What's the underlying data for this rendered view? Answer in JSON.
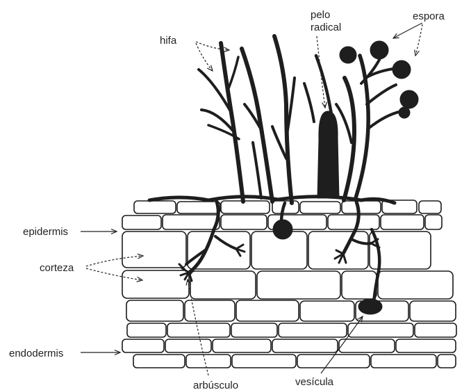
{
  "labels": {
    "hifa": "hifa",
    "pelo_line1": "pelo",
    "pelo_line2": "radical",
    "espora": "espora",
    "epidermis": "epidermis",
    "corteza": "corteza",
    "endodermis": "endodermis",
    "arbusculo": "arbúsculo",
    "vesicula": "vesícula"
  }
}
